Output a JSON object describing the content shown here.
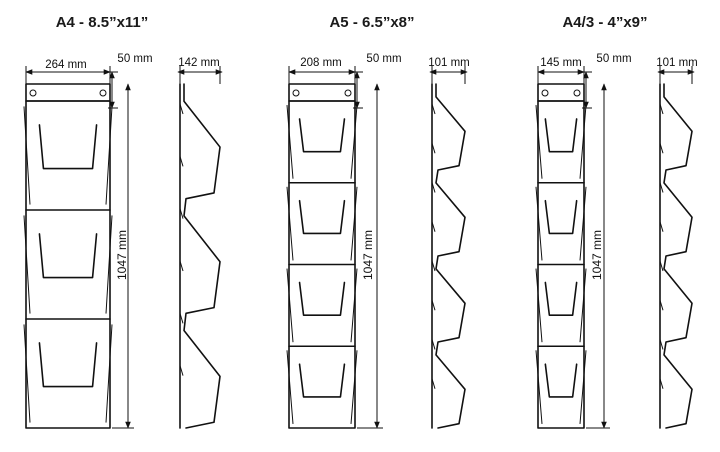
{
  "models": [
    {
      "title": "A4 - 8.5”x11”",
      "width_label": "264 mm",
      "depth_label": "50 mm",
      "height_label": "1047 mm",
      "side_label": "142 mm",
      "pockets": 3
    },
    {
      "title": "A5 - 6.5”x8”",
      "width_label": "208 mm",
      "depth_label": "50 mm",
      "height_label": "1047 mm",
      "side_label": "101 mm",
      "pockets": 4
    },
    {
      "title": "A4/3 - 4”x9”",
      "width_label": "145 mm",
      "depth_label": "50 mm",
      "height_label": "1047 mm",
      "side_label": "101 mm",
      "pockets": 4
    }
  ]
}
